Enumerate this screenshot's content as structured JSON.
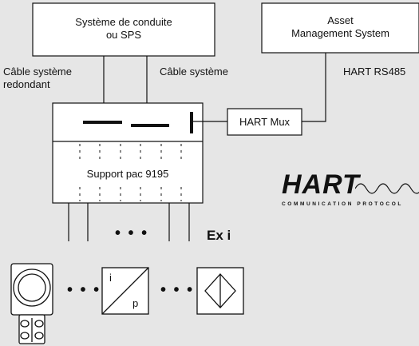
{
  "boxes": {
    "control_system": {
      "line1": "Système de conduite",
      "line2": "ou SPS"
    },
    "asset_mgmt": {
      "line1": "Asset",
      "line2": "Management System"
    },
    "hart_mux": "HART Mux",
    "support": "Support pac 9195"
  },
  "labels": {
    "cable_redundant_1": "Câble système",
    "cable_redundant_2": "redondant",
    "cable_system": "Câble système",
    "hart_rs485": "HART RS485",
    "ex_i": "Ex i",
    "ellipsis": "• • •"
  },
  "devices": {
    "converter_i": "i",
    "converter_p": "p"
  },
  "logo": {
    "word": "HART",
    "subtitle": "COMMUNICATION PROTOCOL"
  }
}
